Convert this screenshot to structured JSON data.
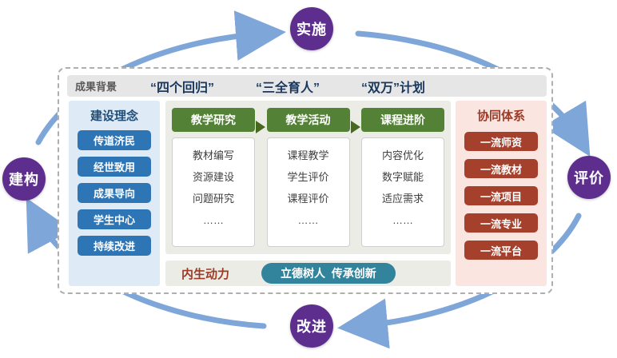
{
  "cycle": {
    "top": "实施",
    "right": "评价",
    "bottom": "改进",
    "left": "建构"
  },
  "background_bar": {
    "label": "成果背景",
    "phrases": [
      "“四个回归”",
      "“三全育人”",
      "“双万”计划"
    ]
  },
  "left_panel": {
    "title": "建设理念",
    "items": [
      "传道济民",
      "经世致用",
      "成果导向",
      "学生中心",
      "持续改进"
    ]
  },
  "process": {
    "columns": [
      {
        "header": "教学研究",
        "items": [
          "教材编写",
          "资源建设",
          "问题研究",
          "……"
        ]
      },
      {
        "header": "教学活动",
        "items": [
          "课程教学",
          "学生评价",
          "课程评价",
          "……"
        ]
      },
      {
        "header": "课程进阶",
        "items": [
          "内容优化",
          "数字赋能",
          "适应需求",
          "……"
        ]
      }
    ]
  },
  "bottom_bar": {
    "label": "内生动力",
    "pill": "立德树人  传承创新"
  },
  "right_panel": {
    "title": "协同体系",
    "items": [
      "一流师资",
      "一流教材",
      "一流项目",
      "一流专业",
      "一流平台"
    ]
  },
  "colors": {
    "cycle_node": "#5D2E8E",
    "cycle_arrow": "#7EA6D8",
    "left_panel_bg": "#DEEBF7",
    "left_item_bg": "#2E75B6",
    "left_title": "#1F4E79",
    "process_panel_bg": "#ECECE7",
    "green_header": "#538135",
    "teal_pill": "#31849B",
    "red_title": "#9C3A26",
    "red_item_bg": "#A5402C",
    "background_bar_bg": "#E7E6E6",
    "phrase_color": "#17375E"
  }
}
